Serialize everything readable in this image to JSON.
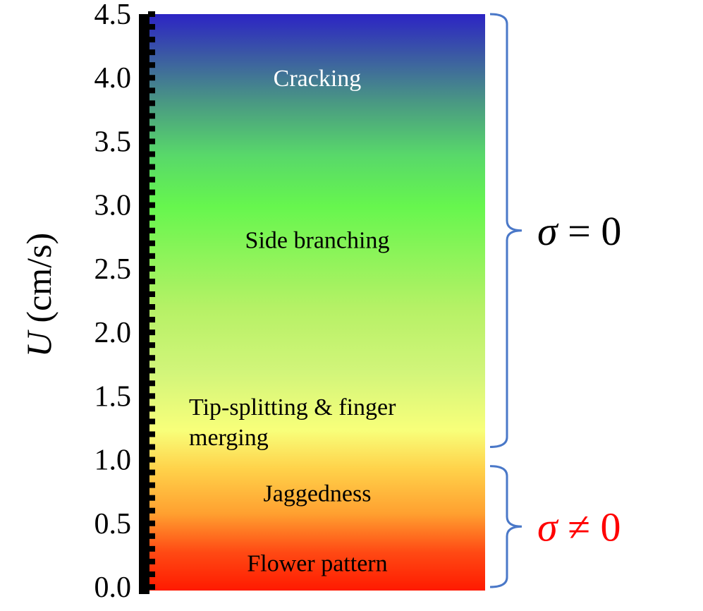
{
  "axis": {
    "label_var": "U",
    "label_unit": " (cm/s)",
    "min": 0.0,
    "max": 4.5,
    "major_step": 0.5,
    "minor_step": 0.1,
    "tick_labels": [
      "0.0",
      "0.5",
      "1.0",
      "1.5",
      "2.0",
      "2.5",
      "3.0",
      "3.5",
      "4.0",
      "4.5"
    ]
  },
  "gradient": {
    "stops": [
      {
        "value": 0.0,
        "color": "#ff1a00"
      },
      {
        "value": 0.3,
        "color": "#ff4a14"
      },
      {
        "value": 0.6,
        "color": "#ffa030"
      },
      {
        "value": 0.95,
        "color": "#ffd24a"
      },
      {
        "value": 1.25,
        "color": "#f8ff7a"
      },
      {
        "value": 1.7,
        "color": "#d2f57a"
      },
      {
        "value": 2.2,
        "color": "#b6f166"
      },
      {
        "value": 3.0,
        "color": "#66f64e"
      },
      {
        "value": 3.4,
        "color": "#58d86a"
      },
      {
        "value": 3.8,
        "color": "#4a9a82"
      },
      {
        "value": 4.2,
        "color": "#3a56a6"
      },
      {
        "value": 4.5,
        "color": "#2c24c4"
      }
    ]
  },
  "regions": [
    {
      "label": "Cracking",
      "value": 4.0,
      "color": "#ffffff",
      "align": "center"
    },
    {
      "label": "Side branching",
      "value": 2.73,
      "color": "#000000",
      "align": "center"
    },
    {
      "label": "Tip-splitting & finger",
      "value": 1.42,
      "color": "#000000",
      "align": "left"
    },
    {
      "label": "merging",
      "value": 1.18,
      "color": "#000000",
      "align": "left"
    },
    {
      "label": "Jaggedness",
      "value": 0.74,
      "color": "#000000",
      "align": "center"
    },
    {
      "label": "Flower pattern",
      "value": 0.19,
      "color": "#000000",
      "align": "center"
    }
  ],
  "braces": [
    {
      "from": 1.1,
      "to": 4.5,
      "symbol": "σ",
      "relation": " = 0",
      "color": "#000000"
    },
    {
      "from": 0.0,
      "to": 0.95,
      "symbol": "σ",
      "relation": " ≠ 0",
      "color": "#ff0000"
    }
  ],
  "brace_color": "#4a78c8",
  "axis_color": "#000000"
}
